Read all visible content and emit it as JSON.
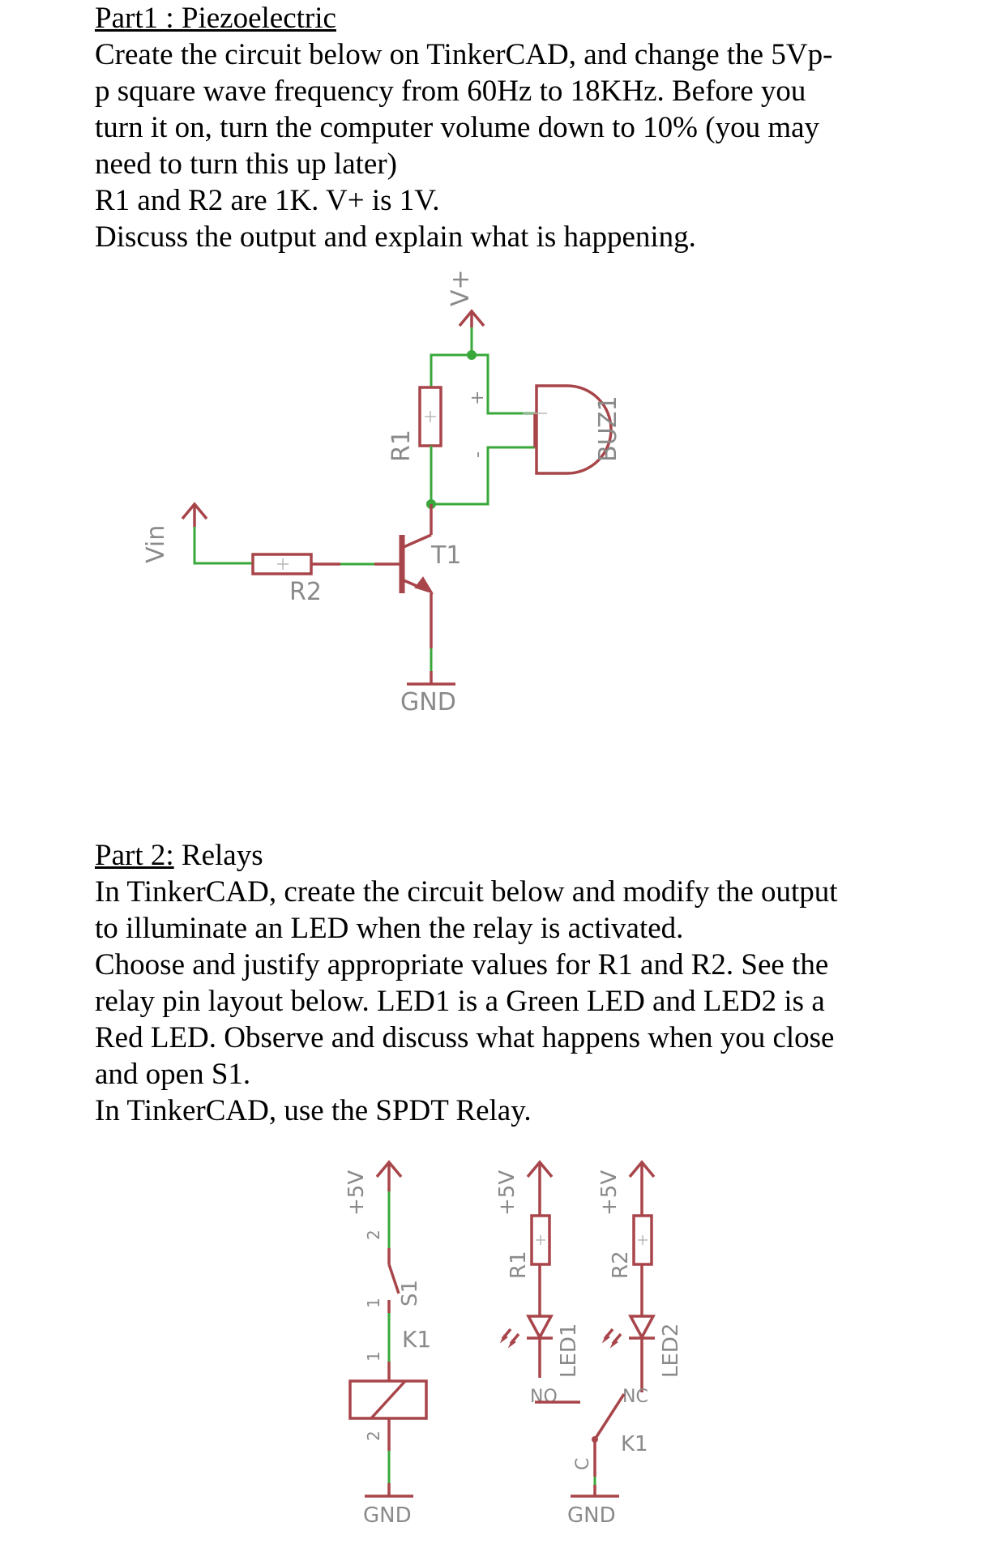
{
  "part1": {
    "title": "Part1 : Piezoelectric",
    "lines": [
      "Create the circuit below on TinkerCAD, and change the 5Vp-",
      "p square wave frequency from 60Hz to 18KHz. Before you",
      "turn it on, turn the computer volume down to 10% (you may",
      "need to turn this up later)",
      "R1 and R2 are 1K. V+ is 1V.",
      "Discuss the output and explain what is happening."
    ],
    "circuit": {
      "vplus": "V+",
      "r1": "R1",
      "plus_mark": "+",
      "minus_mark": "-",
      "buzzer": "BUZ1",
      "vin": "Vin",
      "r2": "R2",
      "transistor": "T1",
      "gnd": "GND"
    }
  },
  "part2": {
    "title_underlined": "Part 2:",
    "title_rest": " Relays",
    "lines": [
      "In TinkerCAD, create the circuit below and modify the output",
      "to illuminate an LED when the relay is activated.",
      "Choose and justify appropriate values for R1 and R2. See the",
      "relay pin layout below. LED1 is a Green LED and LED2 is a",
      "Red LED. Observe and discuss what happens when you close",
      "and open S1.",
      "In TinkerCAD, use the SPDT Relay."
    ],
    "circuit": {
      "supply": "+5V",
      "pin1": "1",
      "pin2": "2",
      "switch": "S1",
      "relay": "K1",
      "r1": "R1",
      "r2": "R2",
      "led1": "LED1",
      "led2": "LED2",
      "no": "NO",
      "nc": "NC",
      "common": "C",
      "gnd": "GND"
    }
  }
}
